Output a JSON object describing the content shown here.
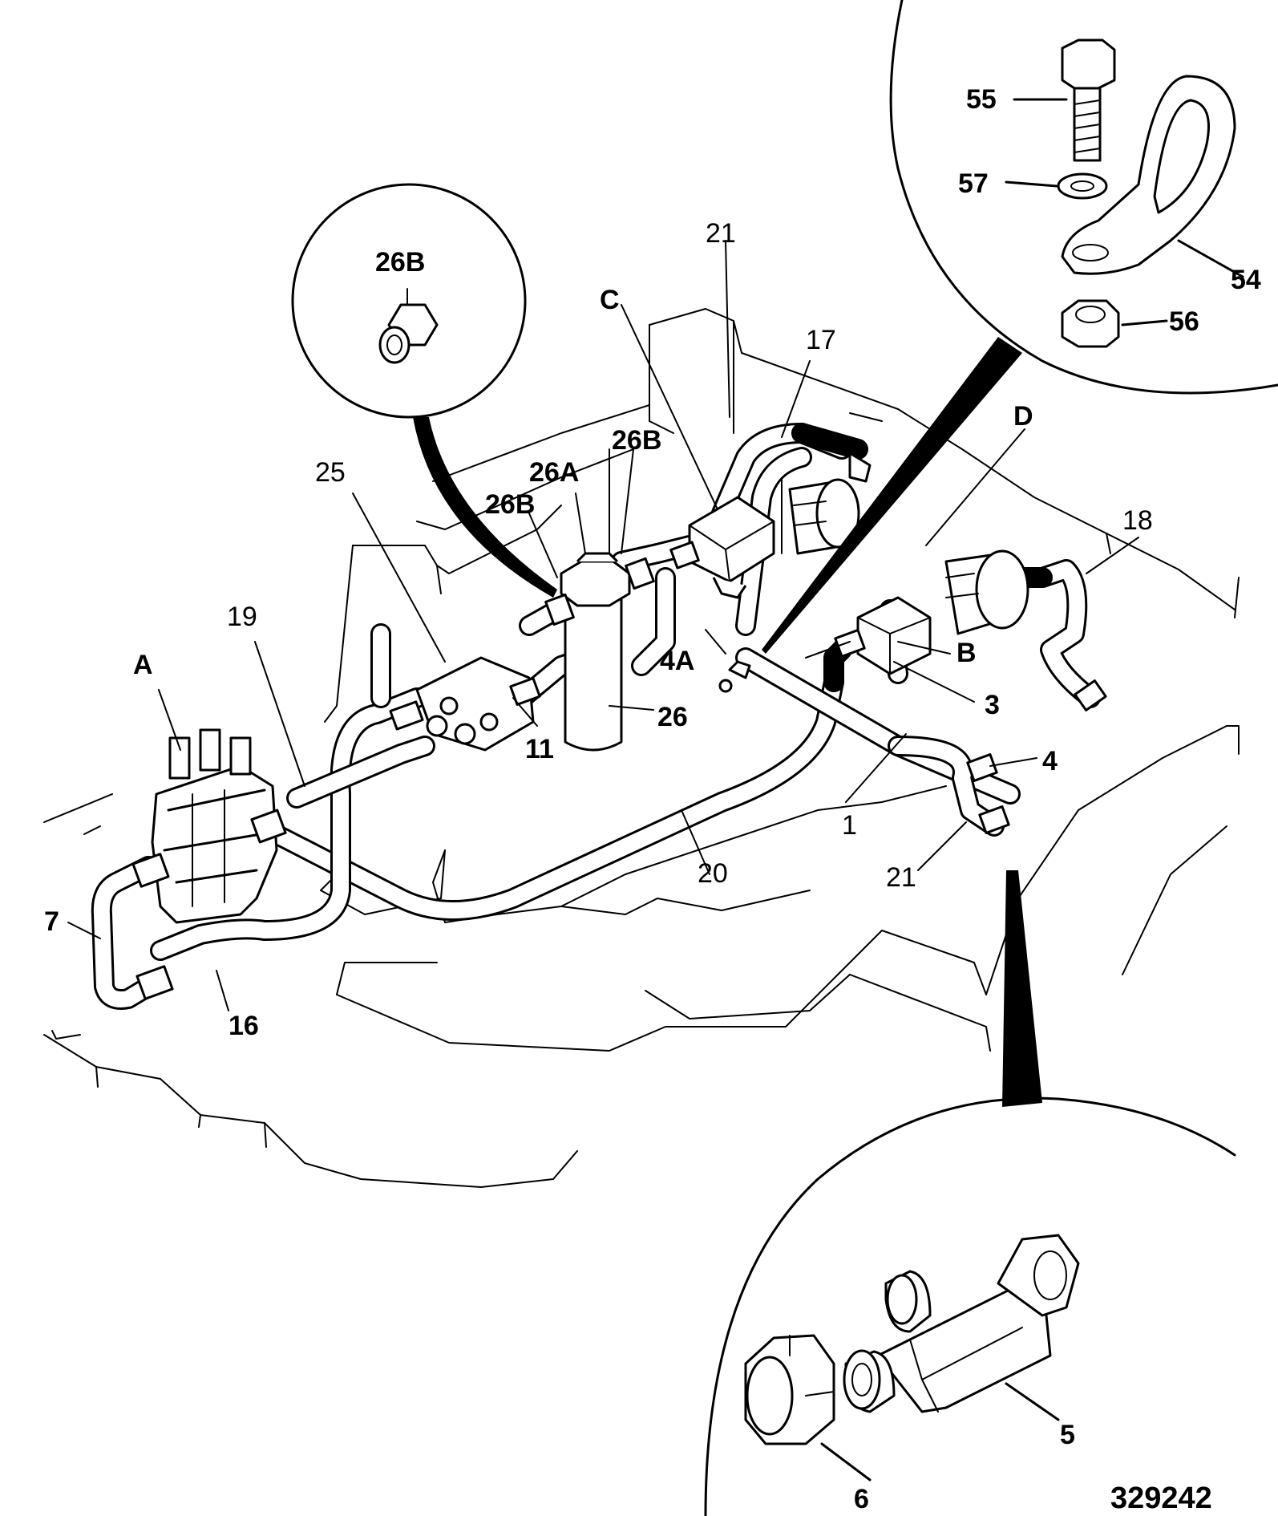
{
  "diagram": {
    "drawing_number": "329242",
    "labels": {
      "A": "A",
      "B": "B",
      "C": "C",
      "D": "D",
      "l1": "1",
      "l3": "3",
      "l4": "4",
      "l4A": "4A",
      "l5": "5",
      "l6": "6",
      "l7": "7",
      "l11": "11",
      "l16": "16",
      "l17": "17",
      "l18": "18",
      "l19": "19",
      "l20": "20",
      "l21_top": "21",
      "l21_bottom": "21",
      "l25": "25",
      "l26": "26",
      "l26A": "26A",
      "l26B_main_left": "26B",
      "l26B_main_right": "26B",
      "l26B_inset": "26B",
      "l54": "54",
      "l55": "55",
      "l56": "56",
      "l57": "57"
    }
  }
}
